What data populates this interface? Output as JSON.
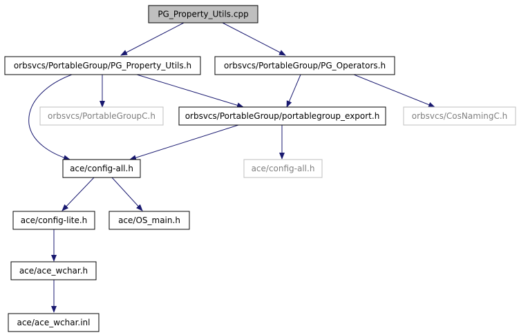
{
  "colors": {
    "root_fill": "#bfbfbf",
    "node_fill": "#ffffff",
    "node_border": "#000000",
    "external_border": "#bfbfbf",
    "text": "#000000",
    "external_text": "#7f7f7f",
    "edge": "#191970"
  },
  "nodes": {
    "pg_property_utils_cpp": {
      "label": "PG_Property_Utils.cpp"
    },
    "pg_property_utils_h": {
      "label": "orbsvcs/PortableGroup/PG_Property_Utils.h"
    },
    "pg_operators_h": {
      "label": "orbsvcs/PortableGroup/PG_Operators.h"
    },
    "portablegroupc_h": {
      "label": "orbsvcs/PortableGroupC.h"
    },
    "portablegroup_export_h": {
      "label": "orbsvcs/PortableGroup/portablegroup_export.h"
    },
    "cosnamingc_h": {
      "label": "orbsvcs/CosNamingC.h"
    },
    "config_all_h": {
      "label": "ace/config-all.h"
    },
    "config_all_h_ext": {
      "label": "ace/config-all.h"
    },
    "config_lite_h": {
      "label": "ace/config-lite.h"
    },
    "os_main_h": {
      "label": "ace/OS_main.h"
    },
    "ace_wchar_h": {
      "label": "ace/ace_wchar.h"
    },
    "ace_wchar_inl": {
      "label": "ace/ace_wchar.inl"
    }
  }
}
